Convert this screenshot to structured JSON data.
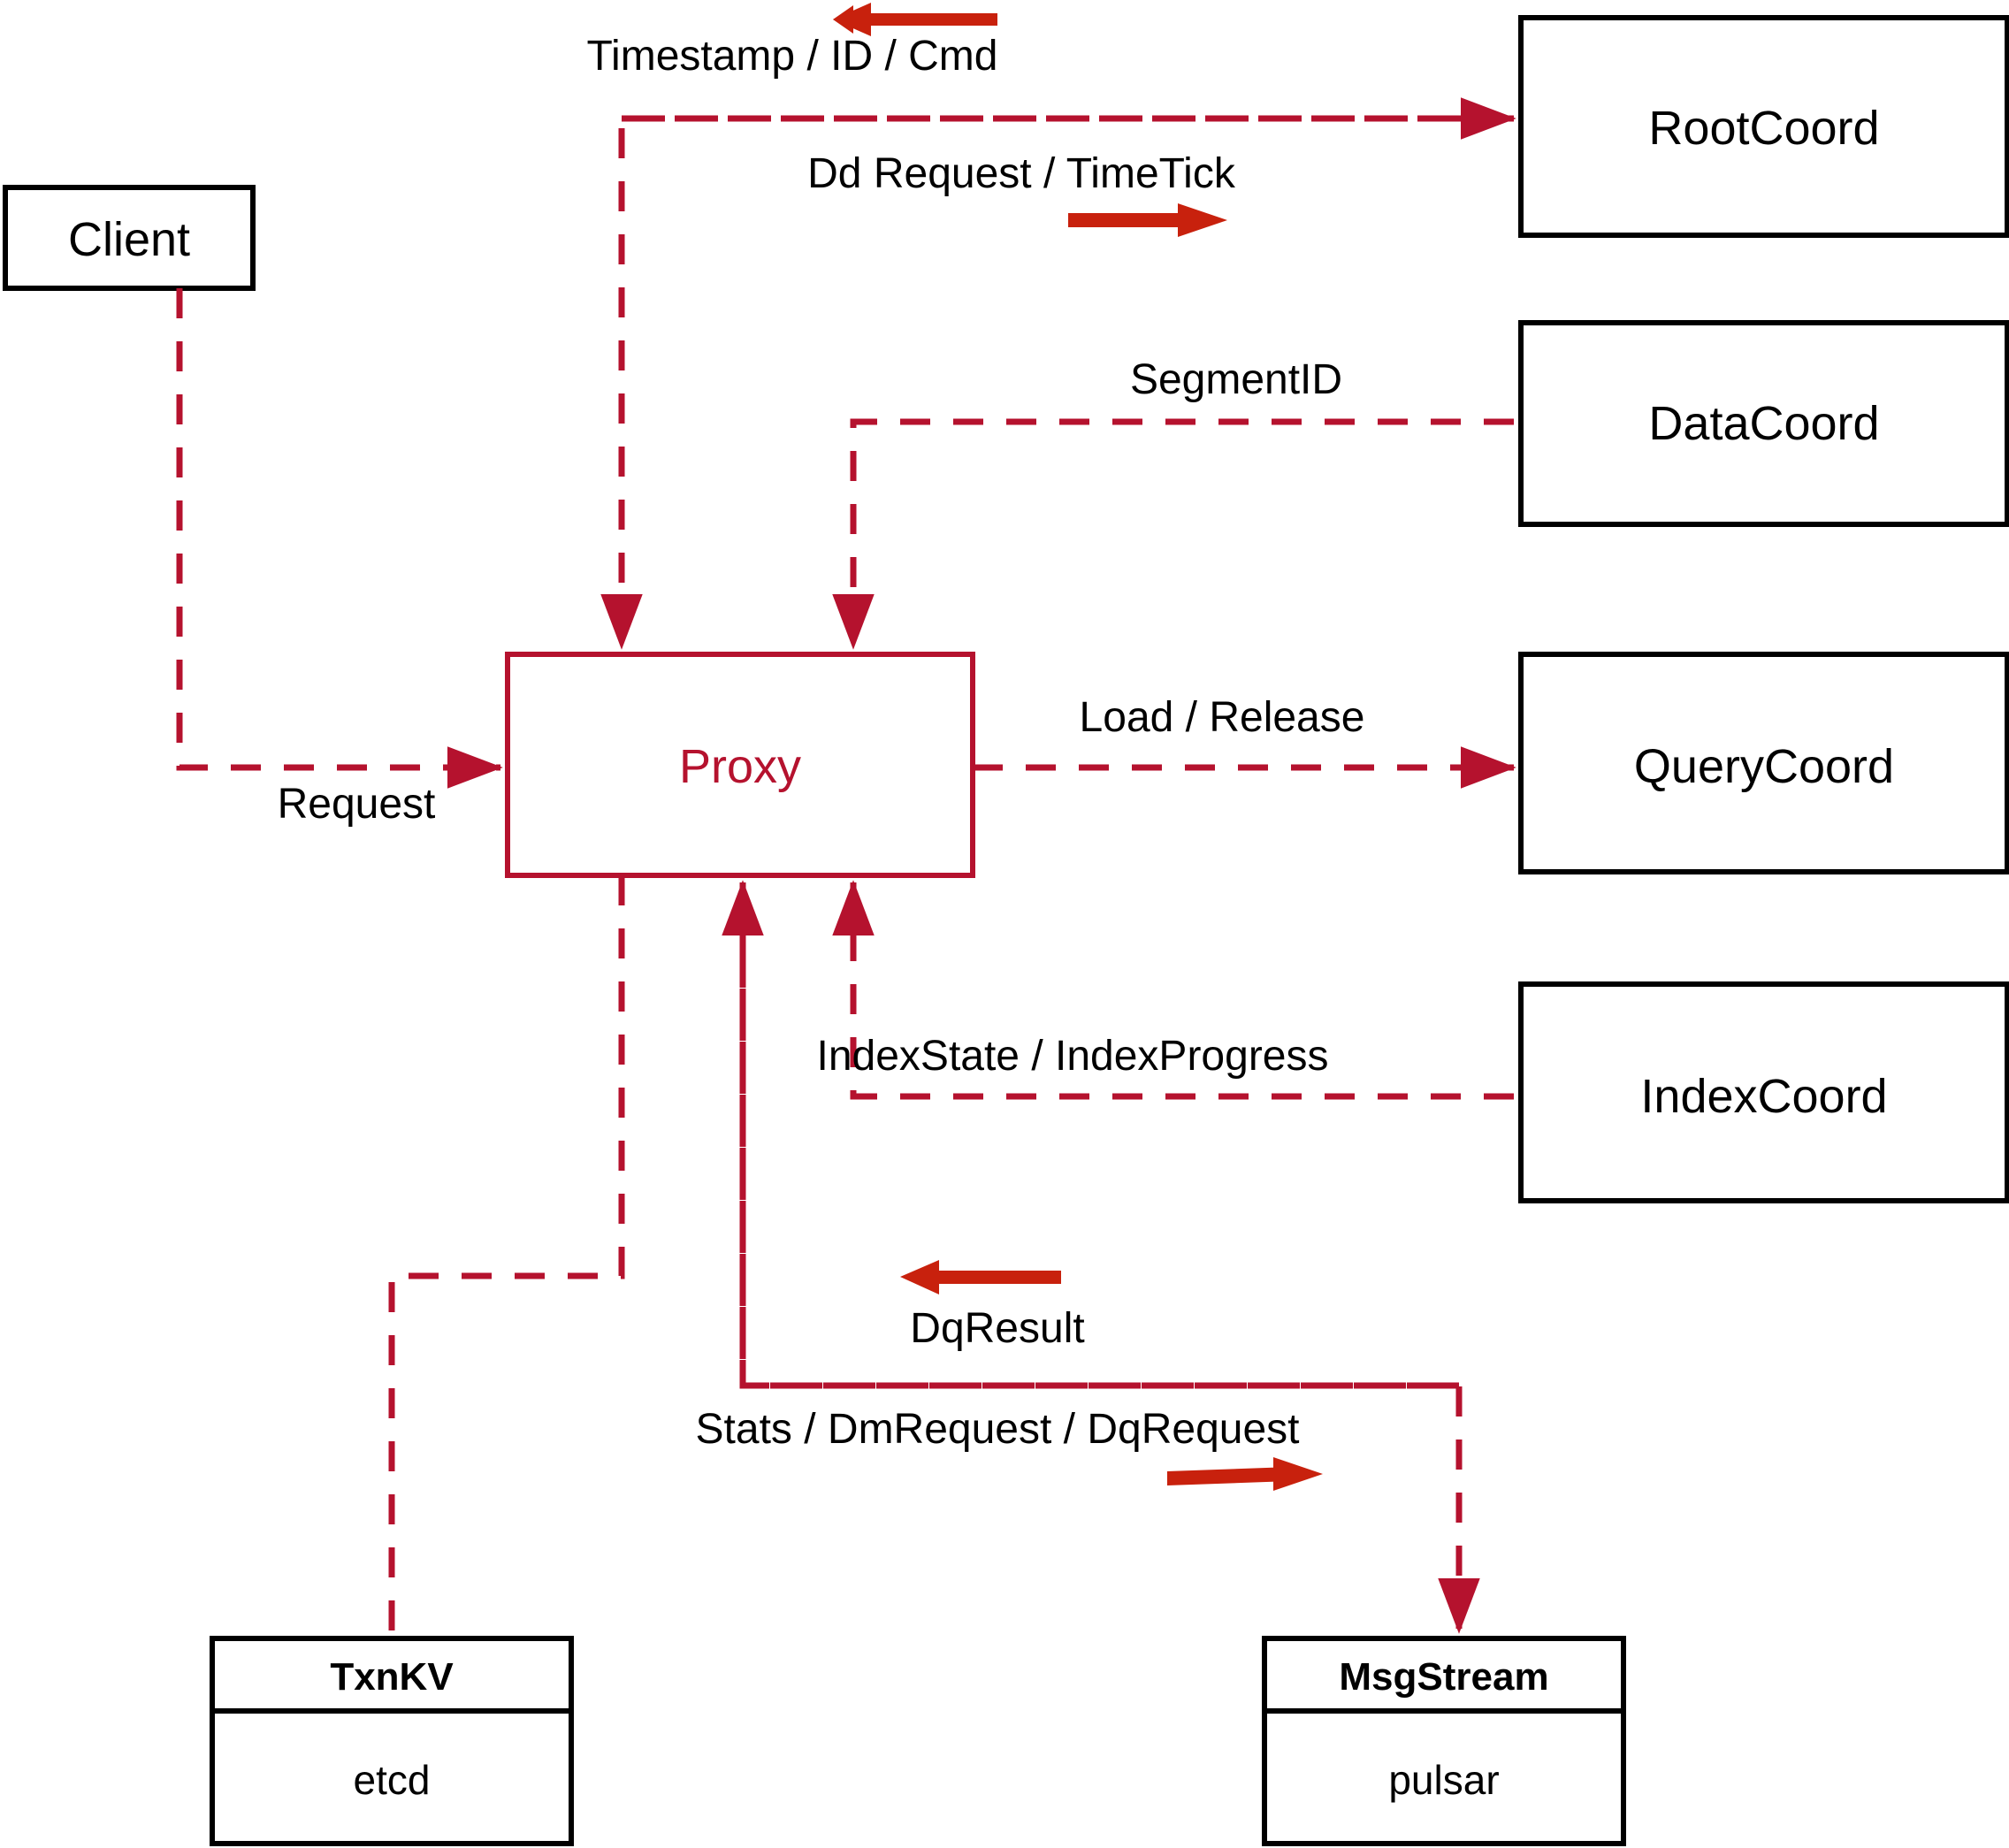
{
  "diagram": {
    "title": "Milvus Proxy architecture",
    "colors": {
      "node_stroke": "#000000",
      "node_fill": "#ffffff",
      "proxy_stroke": "#b5122e",
      "proxy_text": "#b5122e",
      "dashed_edge": "#b5122e",
      "bold_arrow": "#c8210d",
      "label_text": "#000000",
      "background": "#ffffff"
    },
    "nodes": {
      "client": {
        "label": "Client"
      },
      "proxy": {
        "label": "Proxy"
      },
      "root_coord": {
        "label": "RootCoord"
      },
      "data_coord": {
        "label": "DataCoord"
      },
      "query_coord": {
        "label": "QueryCoord"
      },
      "index_coord": {
        "label": "IndexCoord"
      },
      "txnkv": {
        "title": "TxnKV",
        "impl": "etcd"
      },
      "msgstream": {
        "title": "MsgStream",
        "impl": "pulsar"
      }
    },
    "edges": [
      {
        "id": "client-proxy",
        "label": "Request",
        "from": "Client",
        "to": "Proxy",
        "direction": "right"
      },
      {
        "id": "rootcoord-proxy",
        "label": "Timestamp / ID / Cmd",
        "from": "RootCoord",
        "to": "Proxy",
        "direction": "left"
      },
      {
        "id": "proxy-rootcoord",
        "label": "Dd Request / TimeTick",
        "from": "Proxy",
        "to": "RootCoord",
        "direction": "right"
      },
      {
        "id": "datacoord-proxy",
        "label": "SegmentID",
        "from": "DataCoord",
        "to": "Proxy",
        "direction": "left"
      },
      {
        "id": "proxy-querycoord",
        "label": "Load / Release",
        "from": "Proxy",
        "to": "QueryCoord",
        "direction": "right"
      },
      {
        "id": "indexcoord-proxy",
        "label": "IndexState / IndexProgress",
        "from": "IndexCoord",
        "to": "Proxy",
        "direction": "left"
      },
      {
        "id": "msgstream-proxy",
        "label": "DqResult",
        "from": "MsgStream",
        "to": "Proxy",
        "direction": "left"
      },
      {
        "id": "proxy-msgstream",
        "label": "Stats / DmRequest / DqRequest",
        "from": "Proxy",
        "to": "MsgStream",
        "direction": "right"
      },
      {
        "id": "proxy-txnkv",
        "label": "",
        "from": "Proxy",
        "to": "TxnKV",
        "direction": "down"
      }
    ]
  }
}
